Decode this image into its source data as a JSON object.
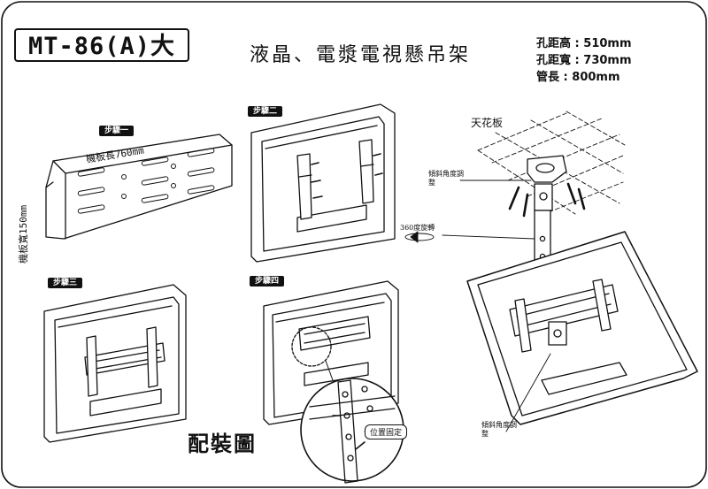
{
  "model": "MT-86(A)大",
  "title": "液晶、電漿電視懸吊架",
  "specs": [
    {
      "label": "孔距高",
      "value": "510mm"
    },
    {
      "label": "孔距寬",
      "value": "730mm"
    },
    {
      "label": "管長",
      "value": "800mm"
    }
  ],
  "steps": [
    "步驟一",
    "步驟二",
    "步驟三",
    "步驟四"
  ],
  "plate_length_label": "機板長760mm",
  "plate_width_label": "機板寬150mm",
  "ceiling_label": "天花板",
  "tilt_label_top": "傾斜角度調整",
  "rotation_label": "360度旋轉",
  "tilt_label_bottom": "傾斜角度調整",
  "lock_label": "位置固定",
  "assembly_label": "配裝圖"
}
